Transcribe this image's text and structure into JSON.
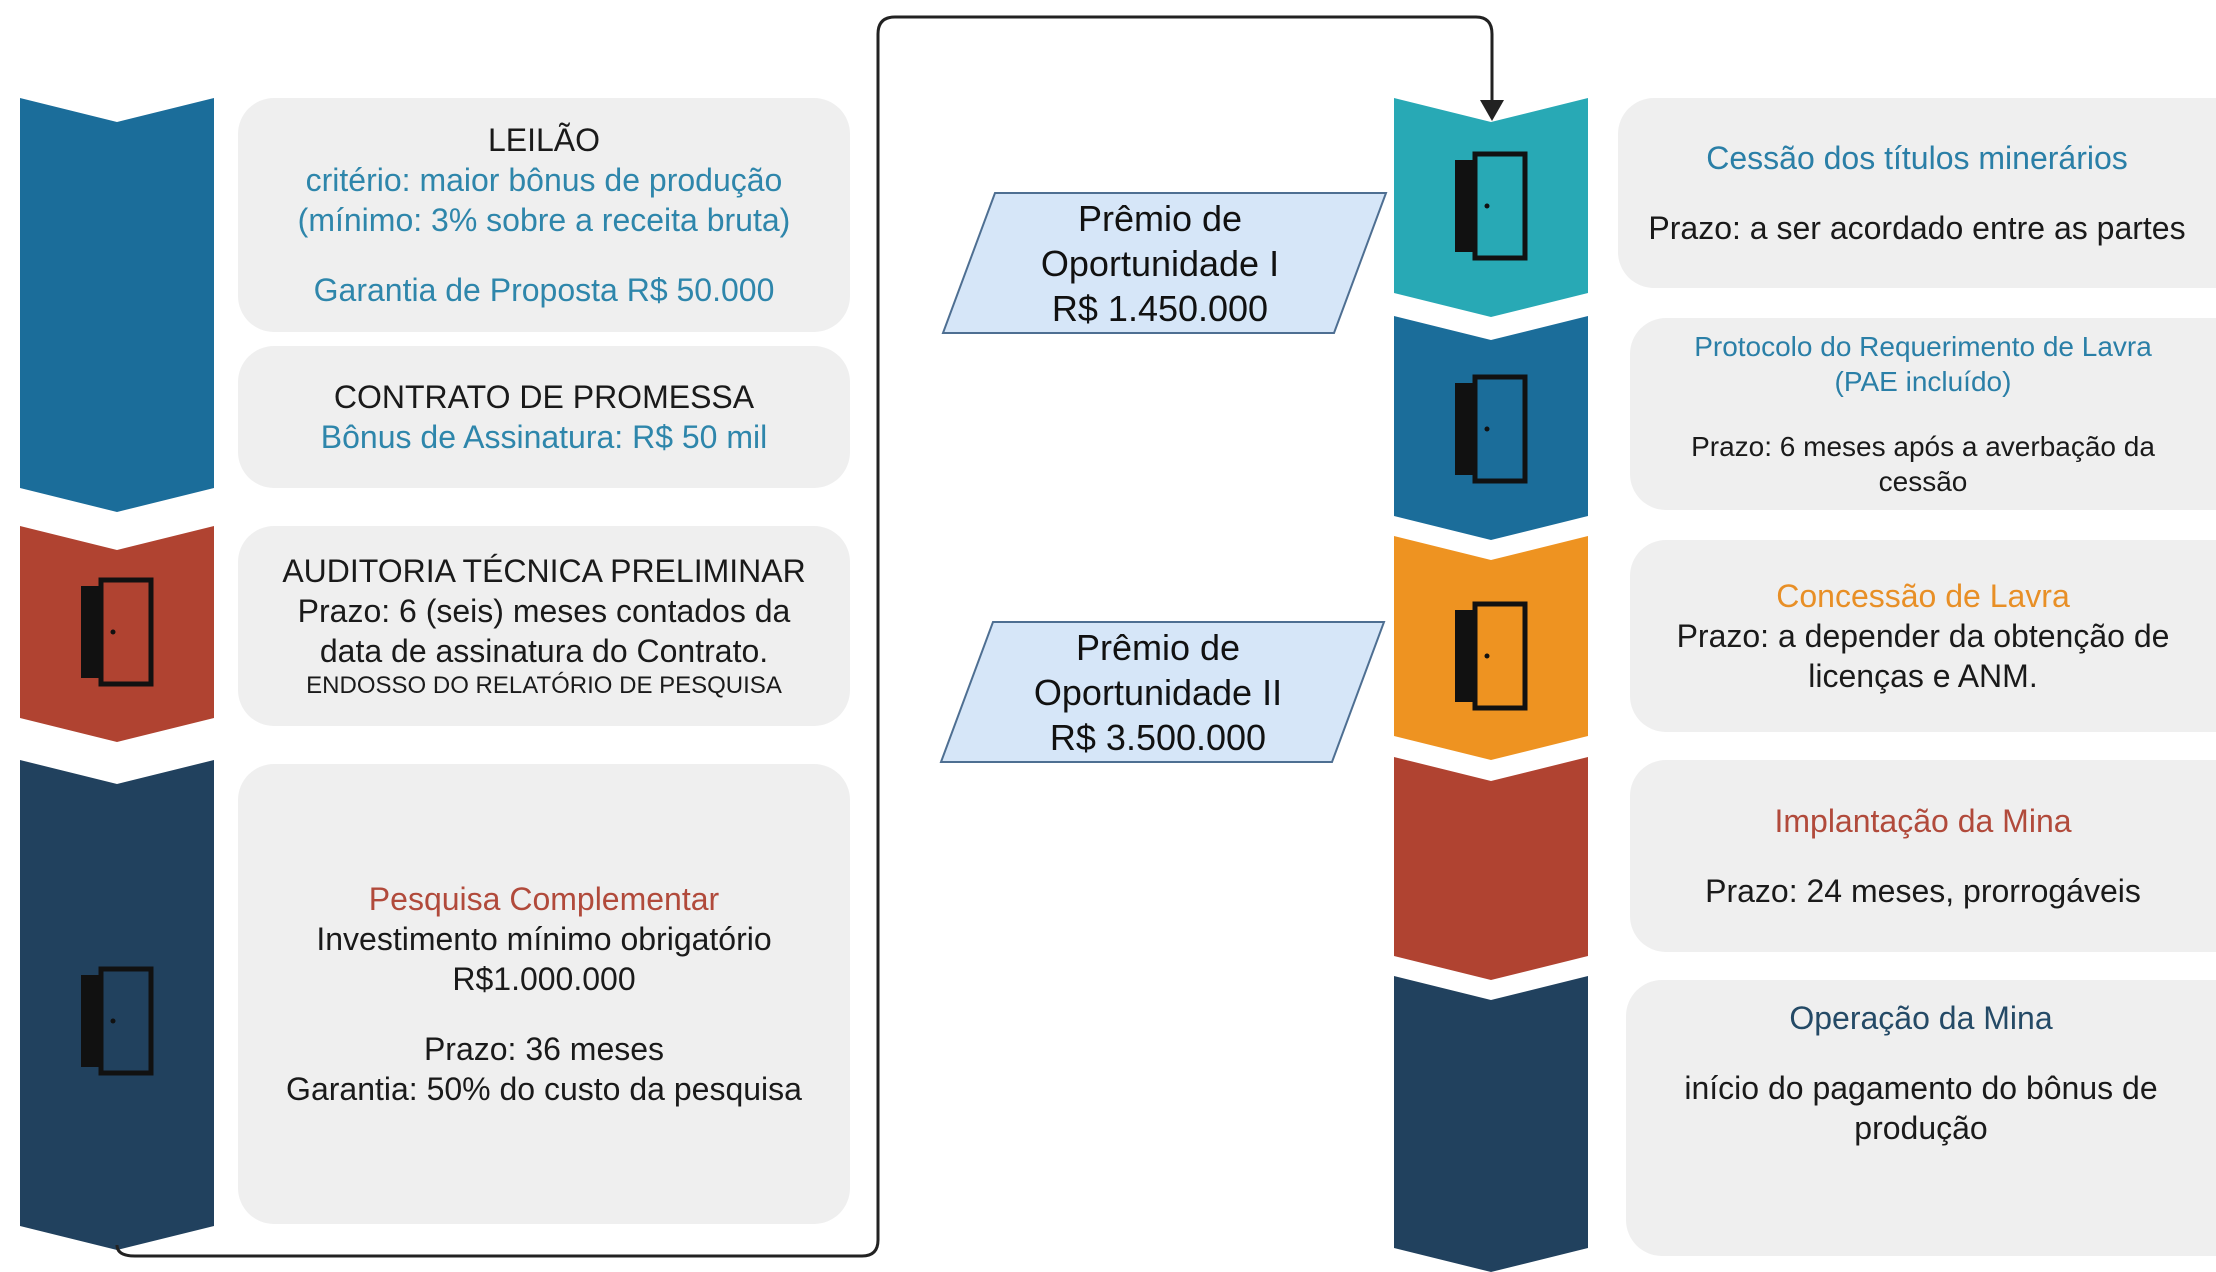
{
  "colors": {
    "blue": "#1b6d9a",
    "red": "#b04331",
    "navy": "#21415e",
    "teal": "#28a9b5",
    "orange": "#ee9321",
    "card": "#efefef",
    "premio_fill": "#d6e6f8",
    "premio_stroke": "#4e6f92"
  },
  "left": {
    "leilao": {
      "title": "LEILÃO",
      "line1": "critério: maior bônus de produção",
      "line2": "(mínimo: 3% sobre a receita bruta)",
      "guarantee": "Garantia de Proposta R$ 50.000"
    },
    "contrato": {
      "title": "CONTRATO DE PROMESSA",
      "bonus": "Bônus de Assinatura:  R$ 50 mil"
    },
    "auditoria": {
      "title": "AUDITORIA TÉCNICA PRELIMINAR",
      "line1": "Prazo: 6 (seis) meses contados da",
      "line2": "data de assinatura do Contrato.",
      "note": "ENDOSSO DO RELATÓRIO DE PESQUISA"
    },
    "pesquisa": {
      "title": "Pesquisa Complementar",
      "line1": "Investimento mínimo obrigatório",
      "line2": "R$1.000.000",
      "line3": "Prazo: 36 meses",
      "line4": "Garantia: 50% do custo da pesquisa"
    }
  },
  "premios": [
    {
      "line1": "Prêmio de",
      "line2": "Oportunidade I",
      "line3": "R$ 1.450.000"
    },
    {
      "line1": "Prêmio de",
      "line2": "Oportunidade II",
      "line3": "R$ 3.500.000"
    }
  ],
  "right": {
    "cessao": {
      "title": "Cessão dos títulos minerários",
      "text": "Prazo: a ser acordado entre as partes"
    },
    "protocolo": {
      "title1": "Protocolo do Requerimento de Lavra",
      "title2": "(PAE incluído)",
      "text1": "Prazo: 6 meses após a averbação da",
      "text2": "cessão"
    },
    "concessao": {
      "title": "Concessão de Lavra",
      "text1": "Prazo: a depender da obtenção de",
      "text2": "licenças e ANM."
    },
    "implantacao": {
      "title": "Implantação da Mina",
      "text": "Prazo: 24 meses, prorrogáveis"
    },
    "operacao": {
      "title": "Operação da Mina",
      "text1": "início do pagamento do bônus de",
      "text2": "produção"
    }
  },
  "icons": [
    "door-icon"
  ]
}
